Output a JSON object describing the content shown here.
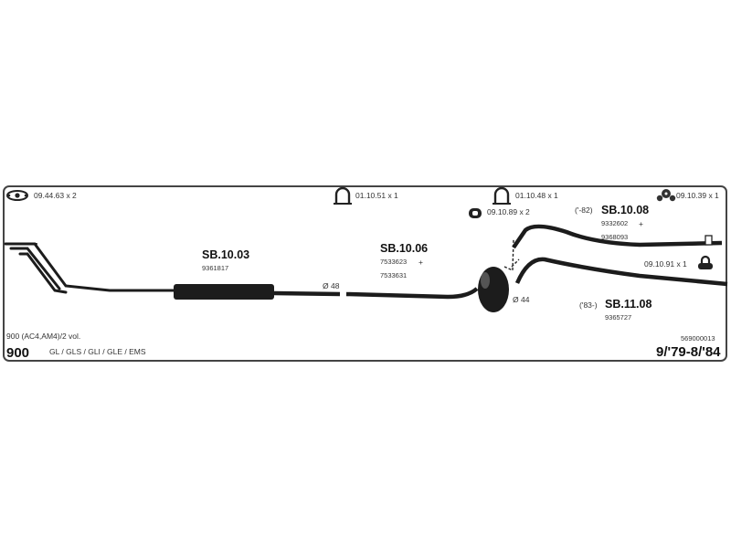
{
  "parts": {
    "gasket_top_left": "09.44.63 x 2",
    "clamp_mid": "01.10.51 x 1",
    "clamp_right": "01.10.48 x 1",
    "hanger_top_right": "09.10.39 x 1",
    "mount_mid": "09.10.89 x 2",
    "hanger_right": "09.10.91 x 1"
  },
  "sections": {
    "front": {
      "code": "SB.10.03",
      "ref1": "9361817"
    },
    "middle": {
      "code": "SB.10.06",
      "ref1": "7533623",
      "plus": "+",
      "ref2": "7533631"
    },
    "rear_early": {
      "years": "('-82)",
      "code": "SB.10.08",
      "ref1": "9332602",
      "plus": "+",
      "ref2": "9368093"
    },
    "rear_late": {
      "years": "('83-)",
      "code": "SB.11.08",
      "ref1": "9365727"
    }
  },
  "diameters": {
    "pipe": "Ø 48",
    "outlet": "Ø 44"
  },
  "vehicle": {
    "variant": "900 (AC4,AM4)/2 vol.",
    "model": "900",
    "trims": "GL / GLS / GLI / GLE / EMS",
    "diagram_no": "569000013",
    "years": "9/'79-8/'84"
  }
}
